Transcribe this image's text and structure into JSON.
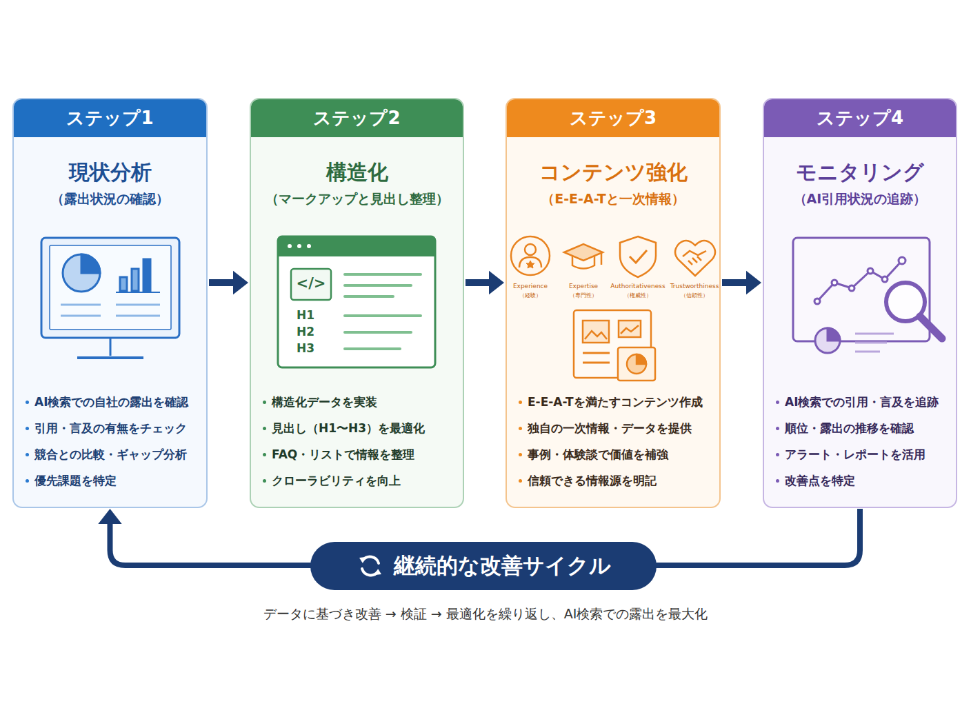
{
  "diagram": {
    "caption": "データに基づき改善 → 検証 → 最適化を繰り返し、AI検索での露出を最大化",
    "nodes": [
      {
        "text": [
          "ステップ1",
          "現状分析",
          "（露出状況の確認）",
          "AI検索での自社の露出を確認",
          "引用・言及の有無をチェック",
          "競合との比較・ギャップ分析",
          "優先課題を特定"
        ]
      },
      {
        "text": [
          "ステップ2",
          "構造化",
          "（マークアップと見出し整理）",
          "構造化データを実装",
          "見出し（H1〜H3）を最適化",
          "FAQ・リストで情報を整理",
          "クローラビリティを向上"
        ]
      },
      {
        "text": [
          "ステップ3",
          "コンテンツ強化",
          "（E-E-A-Tと一次情報）",
          "E-E-A-Tを満たすコンテンツ作成",
          "独自の一次情報・データを提供",
          "事例・体験談で価値を補強",
          "信頼できる情報源を明記"
        ]
      },
      {
        "text": [
          "ステップ4",
          "モニタリング",
          "（AI引用状況の追跡）",
          "AI検索での引用・言及を追跡",
          "順位・露出の推移を確認",
          "アラート・レポートを活用",
          "改善点を特定"
        ]
      }
    ],
    "edges": [
      {
        "from": 0,
        "to": 1,
        "arrow": "to"
      },
      {
        "from": 1,
        "to": 2,
        "arrow": "to"
      },
      {
        "from": 2,
        "to": 3,
        "arrow": "to"
      },
      {
        "from": 3,
        "to": 0,
        "label": "継続的な改善サイクル",
        "arrow": "to"
      }
    ],
    "labels": [
      "</>",
      "H1",
      "H2",
      "H3",
      "Experience",
      "（経験）",
      "Expertise",
      "（専門性）",
      "Authoritativeness",
      "（権威性）",
      "Trustworthiness",
      "（信頼性）"
    ]
  }
}
